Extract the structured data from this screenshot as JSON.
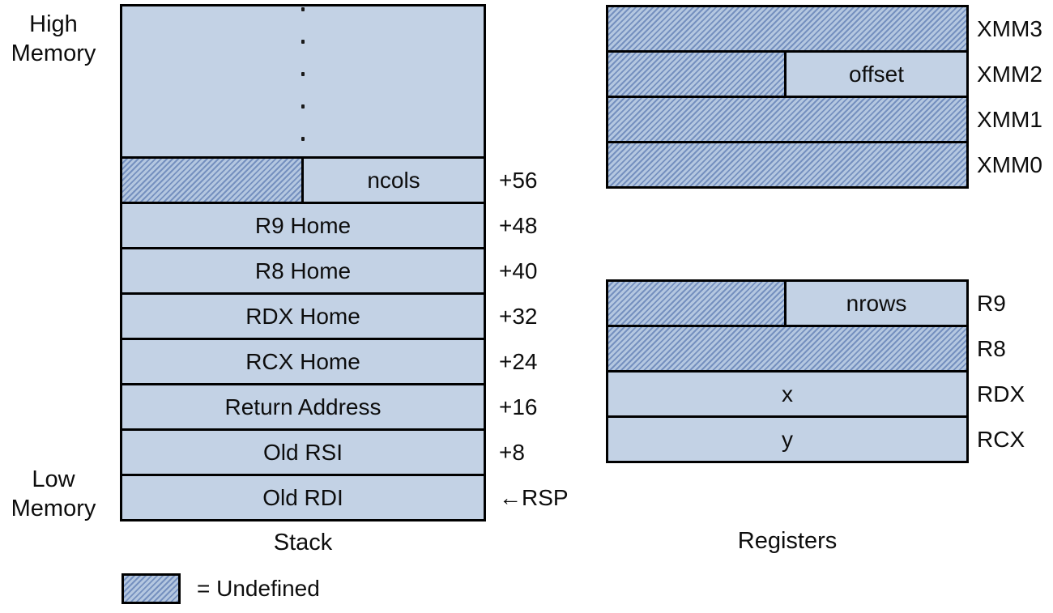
{
  "colors": {
    "cell_fill": "#c3d2e5",
    "hatch_light": "#b4c7e0",
    "hatch_dark": "#7590bf",
    "border": "#000000",
    "background": "#ffffff"
  },
  "memory_labels": {
    "high_line1": "High",
    "high_line2": "Memory",
    "low_line1": "Low",
    "low_line2": "Memory"
  },
  "stack": {
    "caption": "Stack",
    "rows": [
      {
        "type": "split-undefined-left",
        "label": "ncols",
        "offset": "+56"
      },
      {
        "type": "plain",
        "label": "R9 Home",
        "offset": "+48"
      },
      {
        "type": "plain",
        "label": "R8 Home",
        "offset": "+40"
      },
      {
        "type": "plain",
        "label": "RDX Home",
        "offset": "+32"
      },
      {
        "type": "plain",
        "label": "RCX Home",
        "offset": "+24"
      },
      {
        "type": "plain",
        "label": "Return Address",
        "offset": "+16"
      },
      {
        "type": "plain",
        "label": "Old RSI",
        "offset": "+8"
      },
      {
        "type": "plain",
        "label": "Old RDI",
        "offset": "←RSP"
      }
    ]
  },
  "xmm_registers": {
    "rows": [
      {
        "name": "XMM3",
        "fill": "undefined"
      },
      {
        "name": "XMM2",
        "fill": "split-undefined-left",
        "label": "offset"
      },
      {
        "name": "XMM1",
        "fill": "undefined"
      },
      {
        "name": "XMM0",
        "fill": "undefined"
      }
    ]
  },
  "gp_registers": {
    "caption": "Registers",
    "rows": [
      {
        "name": "R9",
        "fill": "split-undefined-left",
        "label": "nrows"
      },
      {
        "name": "R8",
        "fill": "undefined"
      },
      {
        "name": "RDX",
        "fill": "plain",
        "label": "x"
      },
      {
        "name": "RCX",
        "fill": "plain",
        "label": "y"
      }
    ]
  },
  "legend": {
    "text": "= Undefined"
  }
}
